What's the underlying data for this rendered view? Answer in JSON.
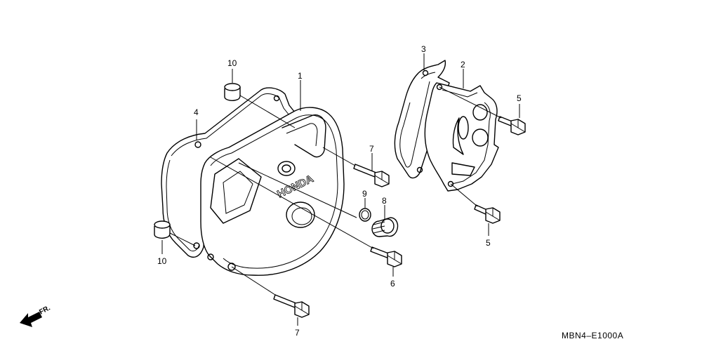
{
  "diagram": {
    "brand_text": "HONDA",
    "direction_label": "FR.",
    "drawing_code": "MBN4–E1000A",
    "callouts": {
      "c1": "1",
      "c2": "2",
      "c3": "3",
      "c4": "4",
      "c5a": "5",
      "c5b": "5",
      "c6": "6",
      "c7a": "7",
      "c7b": "7",
      "c8": "8",
      "c9": "9",
      "c10a": "10",
      "c10b": "10"
    }
  }
}
